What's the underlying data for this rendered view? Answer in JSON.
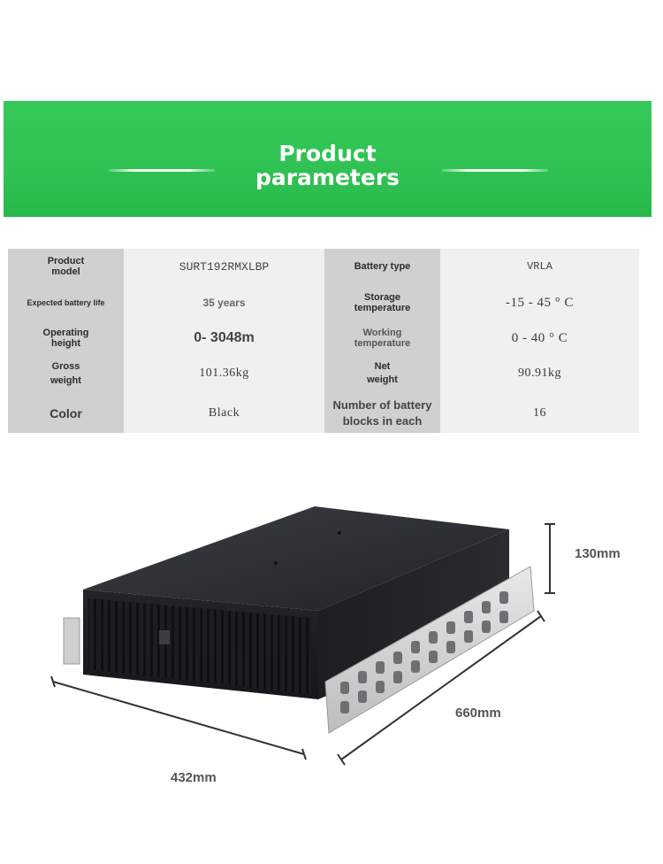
{
  "banner": {
    "title_line1": "Product",
    "title_line2": "parameters",
    "color": "#2fc253"
  },
  "specs": {
    "rows": [
      {
        "label_left": "Product model",
        "value_left": "SURT192RMXLBP",
        "label_right": "Battery type",
        "value_right": "VRLA"
      },
      {
        "label_left": "Expected battery life",
        "value_left": "35 years",
        "label_right": "Storage temperature",
        "value_right": "-15 - 45 ° C"
      },
      {
        "label_left": "Operating height",
        "value_left": "0- 3048m",
        "label_right": "Working temperature",
        "value_right": "0 - 40 ° C"
      },
      {
        "label_left": "Gross weight",
        "value_left": "101.36kg",
        "label_right": "Net weight",
        "value_right": "90.91kg"
      },
      {
        "label_left": "Color",
        "value_left": "Black",
        "label_right": "Number of battery blocks in each",
        "value_right": "16"
      }
    ]
  },
  "dimensions": {
    "height": "130mm",
    "depth": "660mm",
    "width": "432mm"
  }
}
